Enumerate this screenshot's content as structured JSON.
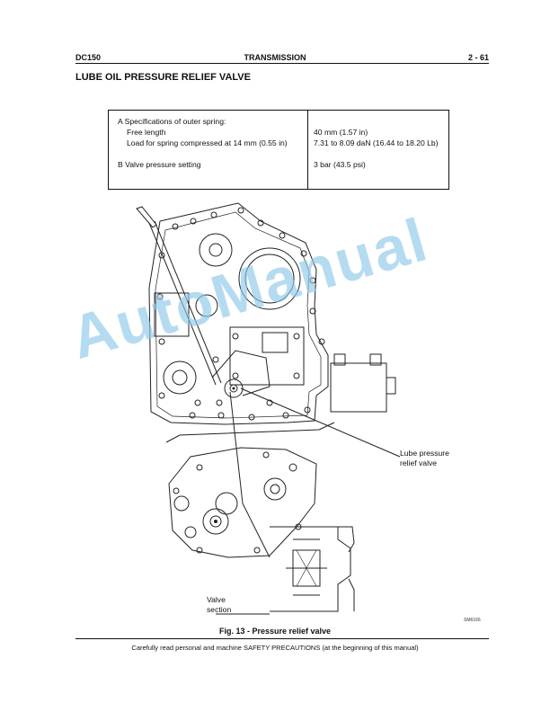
{
  "header": {
    "left": "DC150",
    "center": "TRANSMISSION",
    "right": "2 - 61"
  },
  "title": "LUBE OIL PRESSURE RELIEF VALVE",
  "spec": {
    "a_label": "A  Specifications of outer spring:",
    "a_free": "Free length",
    "a_load": "Load for spring compressed at 14 mm (0.55 in)",
    "a_free_val": "40 mm (1.57 in)",
    "a_load_val": "7.31 to 8.09 daN (16.44 to 18.20 Lb)",
    "b_label": "B  Valve pressure setting",
    "b_val": "3 bar (43.5 psi)"
  },
  "figure": {
    "callout_lube_1": "Lube pressure",
    "callout_lube_2": "relief valve",
    "callout_valve_1": "Valve",
    "callout_valve_2": "section",
    "code": "SM6166",
    "caption": "Fig. 13 - Pressure relief valve"
  },
  "watermark": "AutoManual",
  "footer": "Carefully read personal and machine SAFETY PRECAUTIONS (at the beginning of this manual)"
}
